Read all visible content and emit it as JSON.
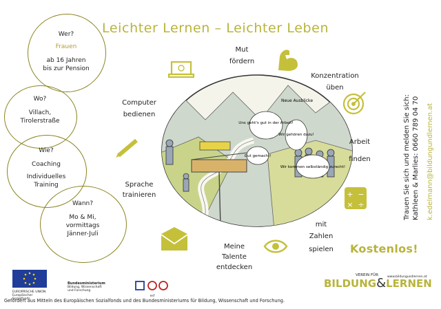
{
  "title": "Leichter Lernen – Leichter Leben",
  "circles": {
    "wer": {
      "heading": "Wer?",
      "highlight": "Frauen",
      "line1": "ab 16 Jahren",
      "line2": "bis zur Pension"
    },
    "wo": {
      "heading": "Wo?",
      "line1": "Villach,",
      "line2": "Tirolerstraße"
    },
    "wie": {
      "heading": "Wie?",
      "line1": "Coaching",
      "line2": "Individuelles",
      "line3": "Training"
    },
    "wann": {
      "heading": "Wann?",
      "line1": "Mo & Mi,",
      "line2": "vormittags",
      "line3": "Jänner-Juli"
    }
  },
  "labels": {
    "mut": {
      "line1": "Mut",
      "line2": "fördern"
    },
    "computer": {
      "line1": "Computer",
      "line2": "bedienen"
    },
    "konzentration": {
      "line1": "Konzentration",
      "line2": "üben"
    },
    "arbeit": {
      "line1": "Arbeit",
      "line2": "finden"
    },
    "sprache": {
      "line1": "Sprache",
      "line2": "trainieren"
    },
    "zahlen": {
      "line1": "mit",
      "line2": "Zahlen",
      "line3": "spielen"
    },
    "talente": {
      "line1": "Meine",
      "line2": "Talente",
      "line3": "entdecken"
    }
  },
  "illustration": {
    "bubble1": "Uns geht's gut in der Arbeit!",
    "bubble2": "Wir gehören dazu!",
    "bubble3": "Gut gemacht!",
    "bubble4": "Wir kommen selbständig zurecht!",
    "sign1": "Neue Ausblicke"
  },
  "contact": {
    "line1": "Trauen Sie sich und melden Sie sich:",
    "line2": "Kathleen & Marlies: 0660 789 04 70",
    "email": "k.edelmann@bildungundlernen.at"
  },
  "kostenlos": "Kostenlos!",
  "logos": {
    "eu_line1": "EUROPÄISCHE UNION",
    "eu_line2": "Europäischer Sozialfonds",
    "bm_line1": "Bundesministerium",
    "bm_line2": "Bildung, Wissenschaft",
    "bm_line3": "und Forschung",
    "esf_text": "esf",
    "vbl_line1": "VEREIN FÜR",
    "vbl_line2": "BILDUNG",
    "vbl_amp": "&",
    "vbl_line3": "LERNEN",
    "vbl_url": "www.bildungundlernen.at"
  },
  "footer": "Gefördert aus Mitteln des Europäischen Sozialfonds und des Bundesministeriums für Bildung, Wissenschaft und Forschung.",
  "colors": {
    "accent": "#b8b43a",
    "circle": "#8a8420",
    "icon": "#c5c03a"
  }
}
